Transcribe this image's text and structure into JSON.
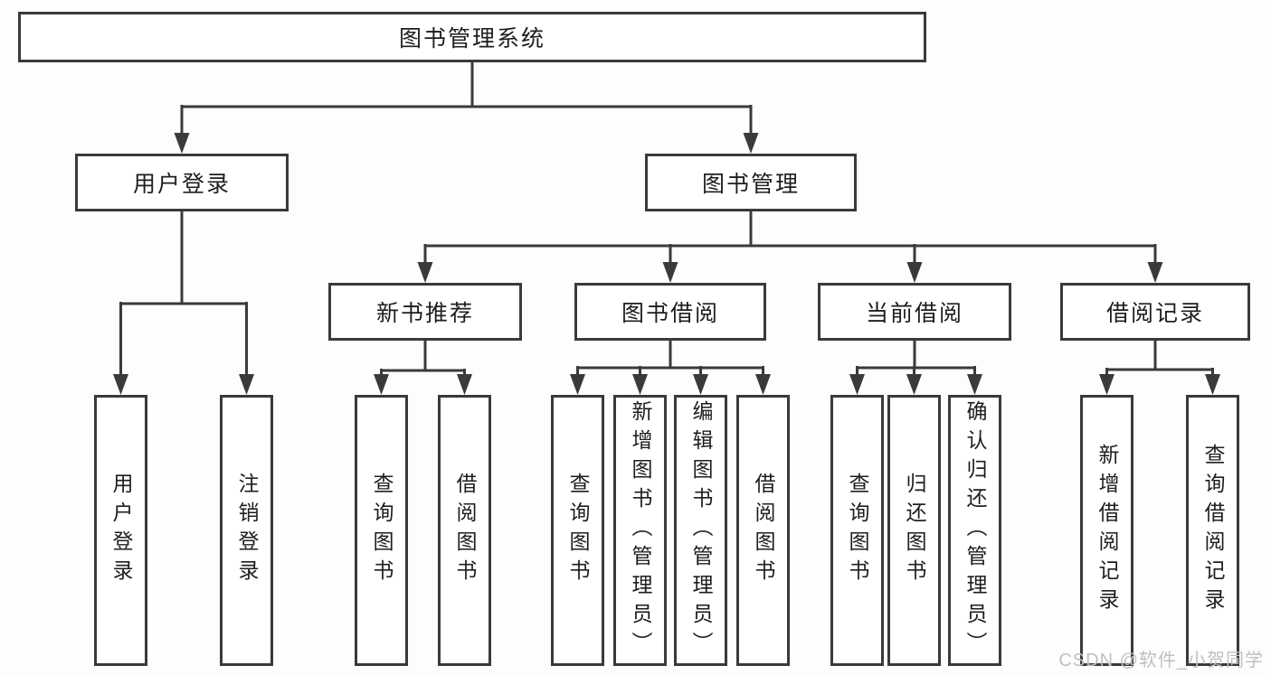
{
  "colors": {
    "line": "#3a3a3a",
    "box_border": "#3a3a3a",
    "box_fill": "#ffffff",
    "text": "#1e1e1e",
    "watermark": "#bfbfc4"
  },
  "diagram": {
    "root": {
      "label": "图书管理系统"
    },
    "level2": [
      {
        "label": "用户登录"
      },
      {
        "label": "图书管理"
      }
    ],
    "level3": [
      {
        "label": "新书推荐",
        "parent": "图书管理"
      },
      {
        "label": "图书借阅",
        "parent": "图书管理"
      },
      {
        "label": "当前借阅",
        "parent": "图书管理"
      },
      {
        "label": "借阅记录",
        "parent": "图书管理"
      }
    ],
    "leaves": [
      {
        "label": "用户登录",
        "parent": "用户登录"
      },
      {
        "label": "注销登录",
        "parent": "用户登录"
      },
      {
        "label": "查询图书",
        "parent": "新书推荐"
      },
      {
        "label": "借阅图书",
        "parent": "新书推荐"
      },
      {
        "label": "查询图书",
        "parent": "图书借阅"
      },
      {
        "label": "新增图书（管理员）",
        "parent": "图书借阅"
      },
      {
        "label": "编辑图书（管理员）",
        "parent": "图书借阅"
      },
      {
        "label": "借阅图书",
        "parent": "图书借阅"
      },
      {
        "label": "查询图书",
        "parent": "当前借阅"
      },
      {
        "label": "归还图书",
        "parent": "当前借阅"
      },
      {
        "label": "确认归还（管理员）",
        "parent": "当前借阅"
      },
      {
        "label": "新增借阅记录",
        "parent": "借阅记录"
      },
      {
        "label": "查询借阅记录",
        "parent": "借阅记录"
      }
    ]
  },
  "watermark": {
    "text": "CSDN @软件_小贺同学"
  }
}
